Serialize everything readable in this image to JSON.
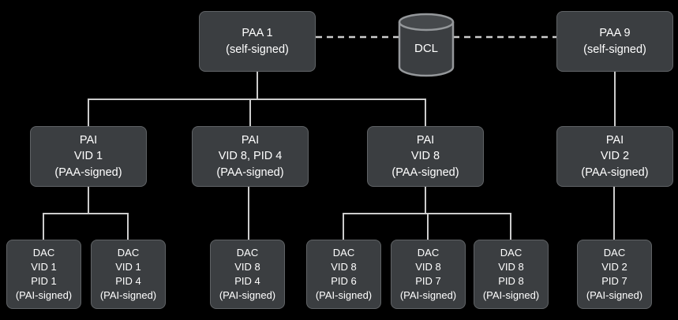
{
  "colors": {
    "background": "#000000",
    "node_bg": "#3b3e41",
    "node_border": "#606366",
    "cylinder_top": "#46494c",
    "cylinder_stroke": "#95989b",
    "text": "#ffffff",
    "connector": "#cccccc"
  },
  "nodes": {
    "paa1": {
      "label": "PAA 1\n(self-signed)"
    },
    "dcl": {
      "label": "DCL"
    },
    "paa9": {
      "label": "PAA 9\n(self-signed)"
    },
    "pai_vid1": {
      "label": "PAI\nVID 1\n(PAA-signed)"
    },
    "pai_vid8_pid4": {
      "label": "PAI\nVID 8, PID 4\n(PAA-signed)"
    },
    "pai_vid8": {
      "label": "PAI\nVID 8\n(PAA-signed)"
    },
    "pai_vid2": {
      "label": "PAI\nVID 2\n(PAA-signed)"
    },
    "dac_v1_p1": {
      "label": "DAC\nVID 1\nPID 1\n(PAI-signed)"
    },
    "dac_v1_p4": {
      "label": "DAC\nVID 1\nPID 4\n(PAI-signed)"
    },
    "dac_v8_p4": {
      "label": "DAC\nVID 8\nPID 4\n(PAI-signed)"
    },
    "dac_v8_p6": {
      "label": "DAC\nVID 8\nPID 6\n(PAI-signed)"
    },
    "dac_v8_p7": {
      "label": "DAC\nVID 8\nPID 7\n(PAI-signed)"
    },
    "dac_v8_p8": {
      "label": "DAC\nVID 8\nPID 8\n(PAI-signed)"
    },
    "dac_v2_p7": {
      "label": "DAC\nVID 2\nPID 7\n(PAI-signed)"
    }
  }
}
